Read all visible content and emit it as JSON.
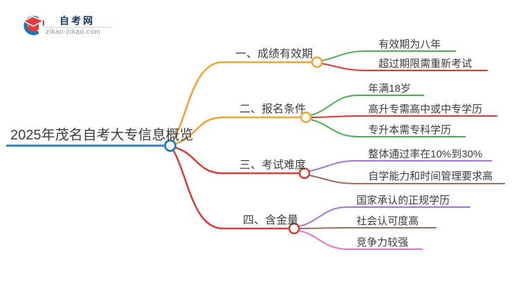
{
  "logo": {
    "icon": "graduation-cap-crescent-icon",
    "title": "自考网",
    "domain": "zikao-zikao.com"
  },
  "colors": {
    "central_blue": "#2d7dbd",
    "orange": "#f5a12f",
    "red": "#dd3732",
    "green": "#4cae4f",
    "purple": "#9e74d4",
    "brown": "#9f6b5b",
    "pink": "#e870cc",
    "text": "#3c3c3c",
    "logo_blue": "#2272b5",
    "logo_red": "#e23c3c",
    "logo_text_navy": "#16395f",
    "logo_domain_gray": "#8a949e"
  },
  "mindmap": {
    "title": "2025年茂名自考大专信息概览",
    "branches": [
      {
        "label": "一、成绩有效期",
        "color": "#f5a12f",
        "children": [
          {
            "label": "有效期为八年",
            "color": "#4cae4f"
          },
          {
            "label": "超过期限需重新考试",
            "color": "#dd3732"
          }
        ]
      },
      {
        "label": "二、报名条件",
        "color": "#f5a12f",
        "children": [
          {
            "label": "年满18岁",
            "color": "#4cae4f"
          },
          {
            "label": "高升专需高中或中专学历",
            "color": "#dd3732"
          },
          {
            "label": "专升本需专科学历",
            "color": "#4cae4f"
          }
        ]
      },
      {
        "label": "三、考试难度",
        "color": "#dd3732",
        "children": [
          {
            "label": "整体通过率在10%到30%",
            "color": "#9e74d4"
          },
          {
            "label": "自学能力和时间管理要求高",
            "color": "#9f6b5b"
          }
        ]
      },
      {
        "label": "四、含金量",
        "color": "#dd3732",
        "children": [
          {
            "label": "国家承认的正规学历",
            "color": "#9e74d4"
          },
          {
            "label": "社会认可度高",
            "color": "#9f6b5b"
          },
          {
            "label": "竞争力较强",
            "color": "#e870cc"
          }
        ]
      }
    ]
  }
}
